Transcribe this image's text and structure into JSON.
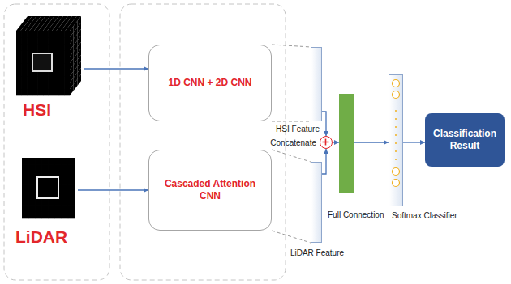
{
  "diagram": {
    "nodes": [
      {
        "text": [
          "HSI"
        ]
      },
      {
        "text": [
          "LiDAR"
        ]
      },
      {
        "text": [
          "1D CNN + 2D CNN"
        ]
      },
      {
        "text": [
          "Cascaded Attention CNN"
        ]
      },
      {
        "text": [
          "HSI Feature"
        ]
      },
      {
        "text": [
          "LiDAR Feature"
        ]
      },
      {
        "text": [
          "Concatenate"
        ]
      },
      {
        "text": [
          "Full Connection"
        ]
      },
      {
        "text": [
          "Softmax Classifier"
        ]
      },
      {
        "text": [
          "Classification Result"
        ]
      }
    ],
    "edges": [
      {
        "from": 0,
        "to": 2,
        "arrow": "to"
      },
      {
        "from": 1,
        "to": 3,
        "arrow": "to"
      },
      {
        "from": 2,
        "to": 4,
        "arrow": "none"
      },
      {
        "from": 3,
        "to": 5,
        "arrow": "none"
      },
      {
        "from": 4,
        "to": 6,
        "arrow": "to"
      },
      {
        "from": 5,
        "to": 6,
        "arrow": "to"
      },
      {
        "from": 6,
        "to": 7,
        "arrow": "to"
      },
      {
        "from": 7,
        "to": 8,
        "arrow": "to"
      },
      {
        "from": 8,
        "to": 9,
        "arrow": "to"
      }
    ]
  }
}
